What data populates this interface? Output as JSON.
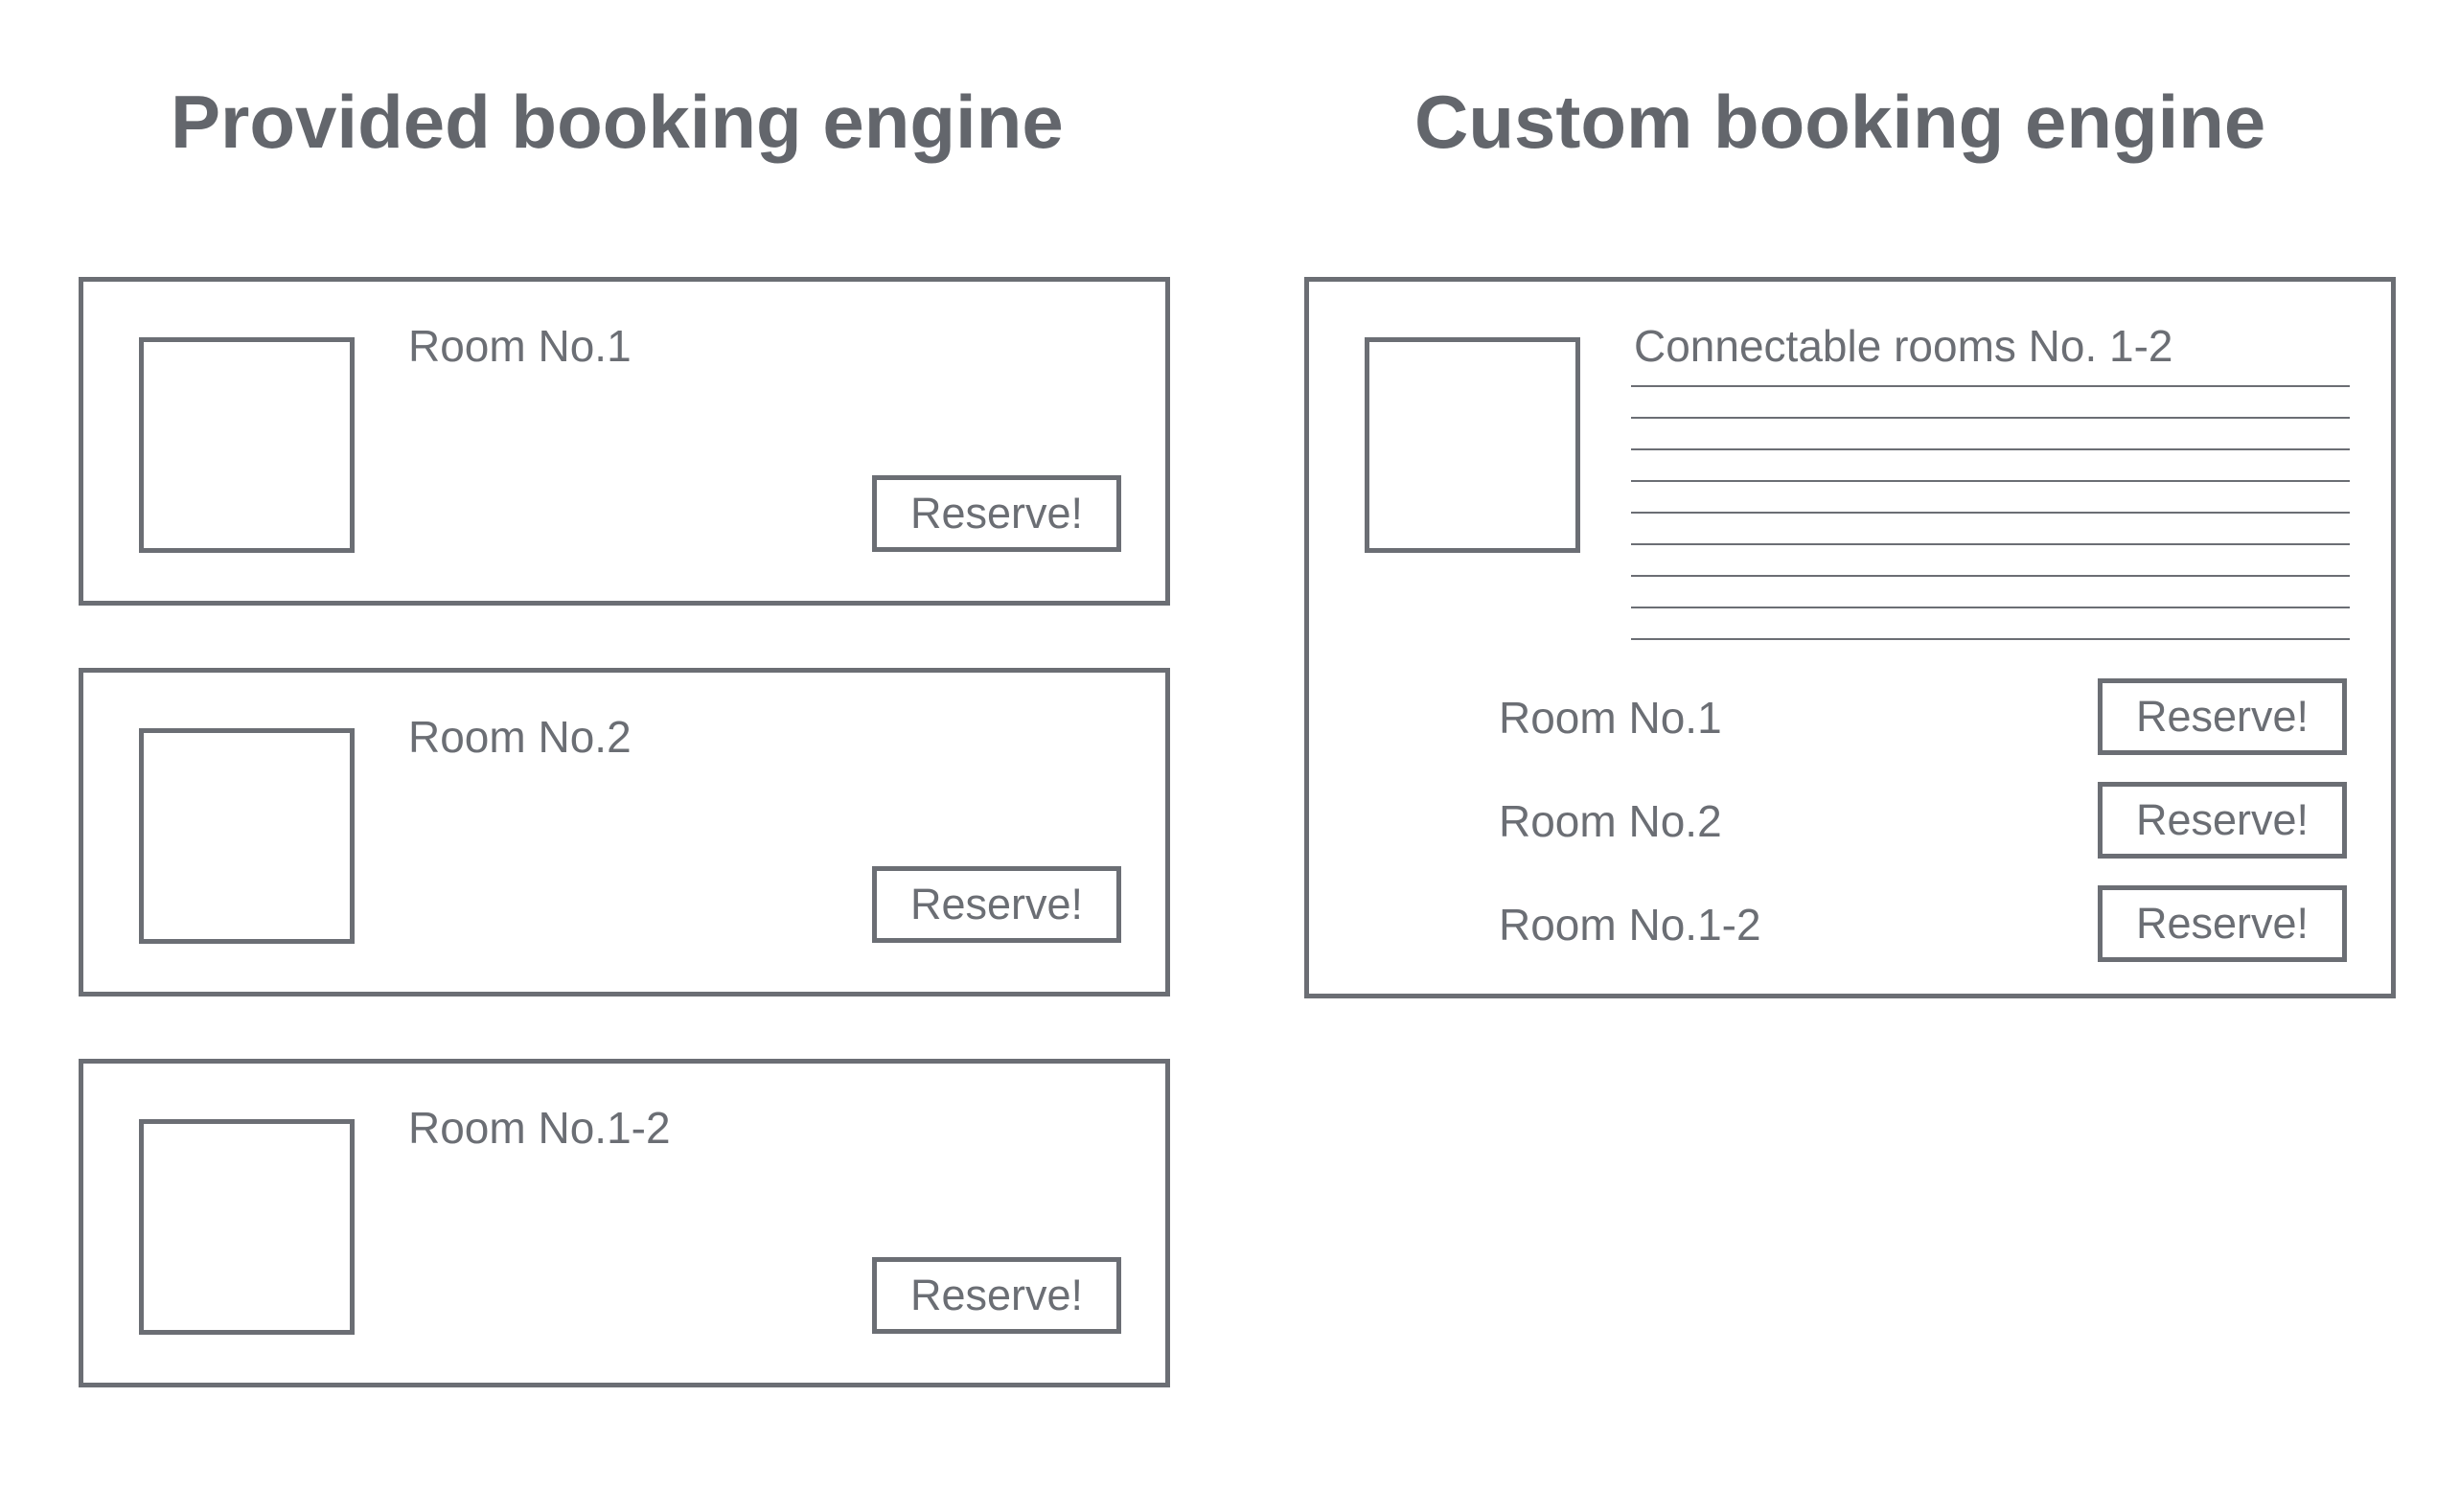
{
  "headings": {
    "left": "Provided booking engine",
    "right": "Custom booking engine"
  },
  "provided_engine": {
    "cards": [
      {
        "title": "Room No.1",
        "button_label": "Reserve!"
      },
      {
        "title": "Room No.2",
        "button_label": "Reserve!"
      },
      {
        "title": "Room No.1-2",
        "button_label": "Reserve!"
      }
    ]
  },
  "custom_engine": {
    "title": "Connectable rooms No. 1-2",
    "options": [
      {
        "label": "Room No.1",
        "button_label": "Reserve!"
      },
      {
        "label": "Room No.2",
        "button_label": "Reserve!"
      },
      {
        "label": "Room No.1-2",
        "button_label": "Reserve!"
      }
    ]
  },
  "colors": {
    "stroke": "#6b6e74",
    "heading_text": "#63666c",
    "background": "#ffffff"
  }
}
